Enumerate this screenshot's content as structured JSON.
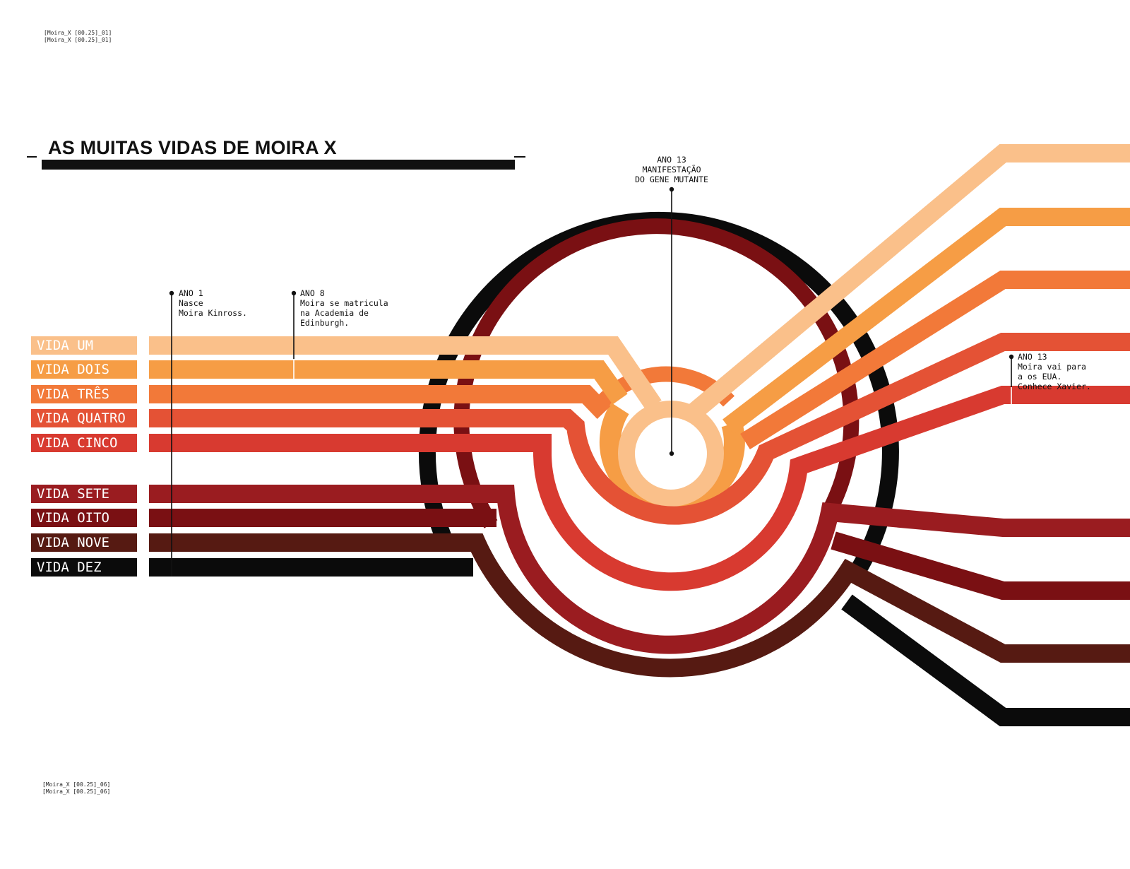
{
  "codes": {
    "top": [
      "[Moira_X [00.25]_01]",
      "[Moira_X [00.25]_01]"
    ],
    "bottom": [
      "[Moira_X [00.25]_06]",
      "[Moira_X [00.25]_06]"
    ]
  },
  "title": "AS MUITAS VIDAS DE MOIRA X",
  "lives": [
    {
      "label": "VIDA UM",
      "color": "#FAC08A"
    },
    {
      "label": "VIDA DOIS",
      "color": "#F69D45"
    },
    {
      "label": "VIDA TRÊS",
      "color": "#F27939"
    },
    {
      "label": "VIDA QUATRO",
      "color": "#E45235"
    },
    {
      "label": "VIDA CINCO",
      "color": "#D83A30"
    },
    {
      "label": "VIDA SETE",
      "color": "#9A1C20"
    },
    {
      "label": "VIDA OITO",
      "color": "#7A1013"
    },
    {
      "label": "VIDA NOVE",
      "color": "#561A12"
    },
    {
      "label": "VIDA DEZ",
      "color": "#0B0B0B"
    }
  ],
  "annotations": {
    "ano1": [
      "ANO 1",
      "Nasce",
      "Moira Kinross."
    ],
    "ano8": [
      "ANO 8",
      "Moira se matricula",
      "na Academia de",
      "Edinburgh."
    ],
    "ano13_center": [
      "ANO 13",
      "MANIFESTAÇÃO",
      "DO GENE MUTANTE"
    ],
    "ano13_right": [
      "ANO 13",
      "Moira vai para",
      "a os EUA.",
      "Conhece Xavier."
    ]
  }
}
